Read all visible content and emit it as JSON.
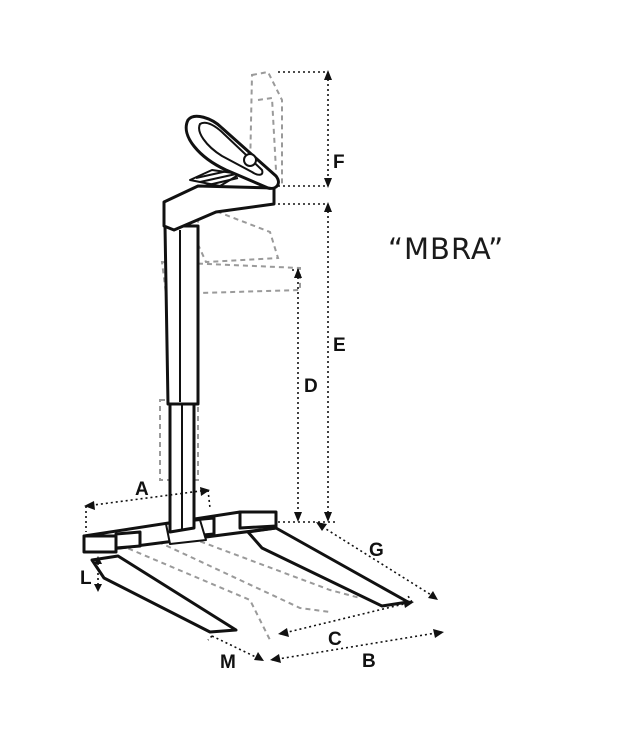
{
  "model_name": "“MBRA”",
  "dimension_labels": {
    "a": "A",
    "b": "B",
    "c": "C",
    "d": "D",
    "e": "E",
    "f": "F",
    "g": "G",
    "l": "L",
    "m": "M"
  }
}
